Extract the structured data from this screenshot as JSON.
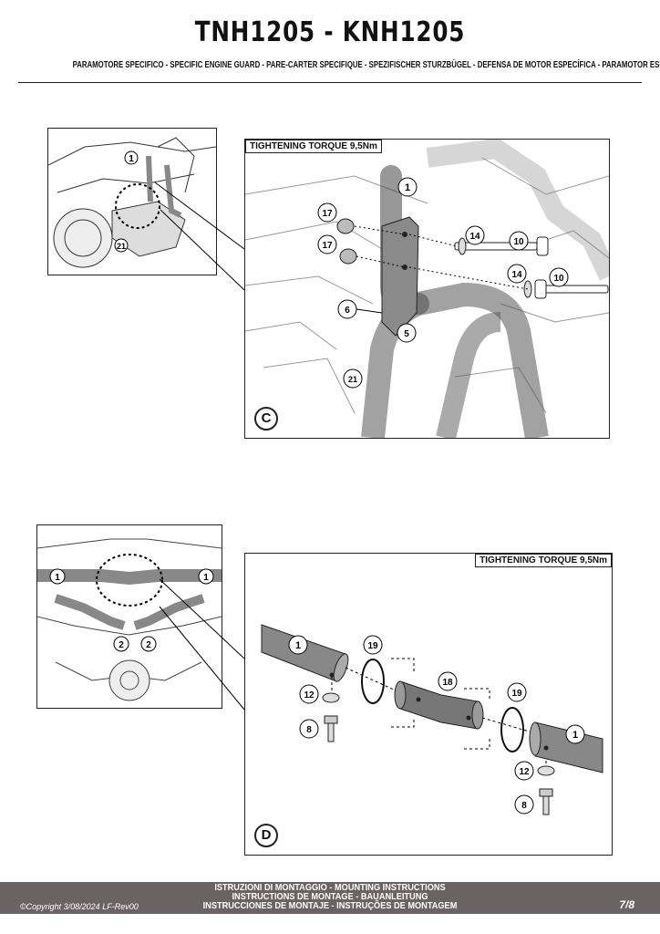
{
  "header": {
    "title": "TNH1205 - KNH1205",
    "subtitle": "PARAMOTORE SPECIFICO  -  SPECIFIC ENGINE GUARD - PARE-CARTER SPECIFIQUE - SPEZIFISCHER STURZBÜGEL - DEFENSA DE MOTOR ESPECÍFICA - PARAMOTOR ESPECÍFICO"
  },
  "section_c": {
    "letter": "C",
    "torque_label": "TIGHTENING TORQUE 9,5Nm",
    "overview_callouts": [
      "1",
      "21"
    ],
    "detail_callouts": [
      "1",
      "17",
      "17",
      "14",
      "10",
      "14",
      "10",
      "6",
      "5",
      "21"
    ]
  },
  "section_d": {
    "letter": "D",
    "torque_label": "TIGHTENING TORQUE 9,5Nm",
    "overview_callouts": [
      "1",
      "1",
      "2",
      "2"
    ],
    "detail_callouts": [
      "1",
      "19",
      "18",
      "19",
      "1",
      "12",
      "8",
      "12",
      "8"
    ]
  },
  "footer": {
    "line1": "ISTRUZIONI DI MONTAGGIO  -  MOUNTING INSTRUCTIONS",
    "line2": "INSTRUCTIONS DE MONTAGE - BAUANLEITUNG",
    "line3": "INSTRUCCIONES DE MONTAJE - INSTRUÇÕES DE MONTAGEM",
    "copyright": "©Copyright 3/08/2024 LF-Rev00",
    "page": "7/8"
  },
  "colors": {
    "footer_bg": "#6b6363",
    "part_fill": "#9a9a9a",
    "line": "#222222"
  }
}
